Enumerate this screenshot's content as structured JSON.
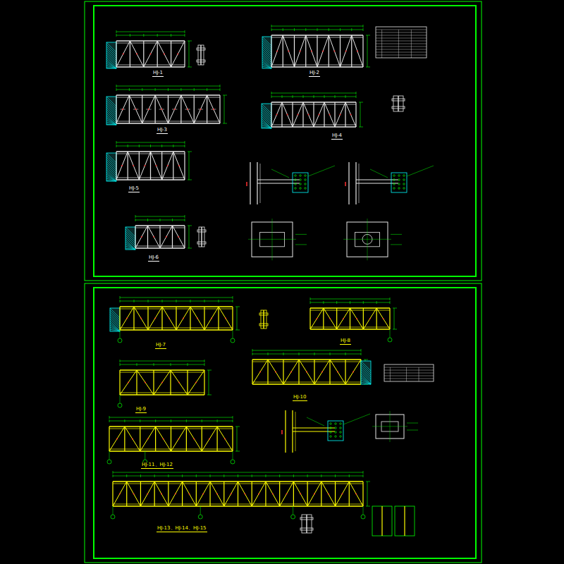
{
  "diagram": {
    "labels": [
      "HJ-1",
      "HJ-2",
      "HJ-3",
      "HJ-4",
      "HJ-5",
      "HJ-6",
      "HJ-7",
      "HJ-8",
      "HJ-9",
      "HJ-10",
      "HJ-11、HJ-12",
      "HJ-13、HJ-14、HJ-15"
    ]
  }
}
